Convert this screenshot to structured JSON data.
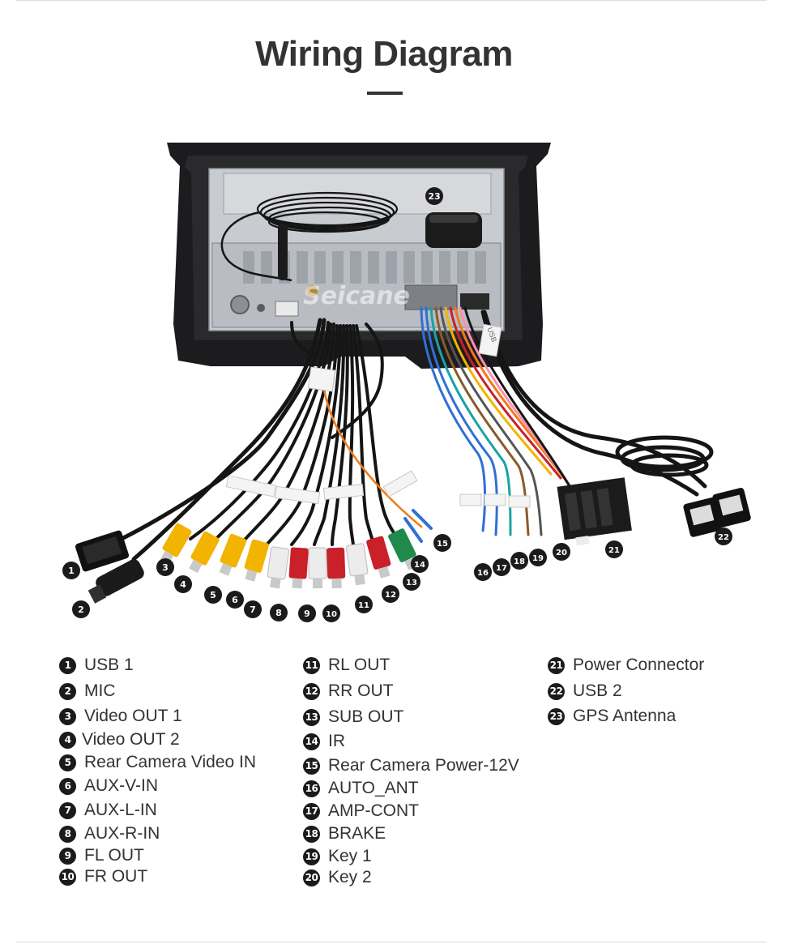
{
  "title": "Wiring Diagram",
  "watermark": "Seicane",
  "unit_labels": {
    "disc_number": "23",
    "usb_tag": "USB"
  },
  "legend": [
    {
      "num": "1",
      "label": "USB 1"
    },
    {
      "num": "2",
      "label": "MIC"
    },
    {
      "num": "3",
      "label": "Video OUT 1"
    },
    {
      "num": "4",
      "label": "Video OUT 2"
    },
    {
      "num": "5",
      "label": "Rear Camera Video IN"
    },
    {
      "num": "6",
      "label": "AUX-V-IN"
    },
    {
      "num": "7",
      "label": "AUX-L-IN"
    },
    {
      "num": "8",
      "label": "AUX-R-IN"
    },
    {
      "num": "9",
      "label": "FL OUT"
    },
    {
      "num": "10",
      "label": "FR OUT"
    },
    {
      "num": "11",
      "label": "RL OUT"
    },
    {
      "num": "12",
      "label": "RR OUT"
    },
    {
      "num": "13",
      "label": "SUB OUT"
    },
    {
      "num": "14",
      "label": "IR"
    },
    {
      "num": "15",
      "label": "Rear Camera Power-12V"
    },
    {
      "num": "16",
      "label": "AUTO_ANT"
    },
    {
      "num": "17",
      "label": "AMP-CONT"
    },
    {
      "num": "18",
      "label": "BRAKE"
    },
    {
      "num": "19",
      "label": "Key 1"
    },
    {
      "num": "20",
      "label": "Key 2"
    },
    {
      "num": "21",
      "label": "Power Connector"
    },
    {
      "num": "22",
      "label": "USB 2"
    },
    {
      "num": "23",
      "label": "GPS Antenna"
    }
  ],
  "colors": {
    "unit_frame": "#1c1c1e",
    "chassis": "#c8cbd0",
    "cable": "#151515",
    "rca_yellow": "#f2b400",
    "rca_white": "#ececec",
    "rca_red": "#c9202a",
    "rca_green": "#1f8a4c",
    "wire_blue": "#2f6fd6",
    "wire_orange": "#f07a1a"
  }
}
